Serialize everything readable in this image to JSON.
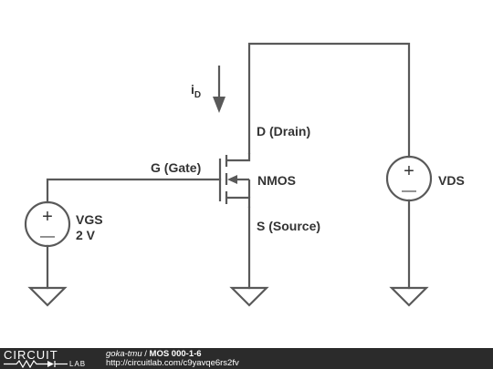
{
  "current_label": "i",
  "current_subscript": "D",
  "transistor": {
    "type_label": "NMOS",
    "drain_label": "D (Drain)",
    "gate_label": "G (Gate)",
    "source_label": "S (Source)"
  },
  "vgs_source": {
    "name": "VGS",
    "value": "2 V",
    "plus": "+",
    "minus": "—"
  },
  "vds_source": {
    "name": "VDS",
    "plus": "+",
    "minus": "—"
  },
  "footer": {
    "logo_top": "CIRCUIT",
    "logo_bottom": "LAB",
    "author": "goka-tmu",
    "separator": " / ",
    "title": "MOS 000-1-6",
    "url": "http://circuitlab.com/c9yavqe6rs2fv"
  }
}
